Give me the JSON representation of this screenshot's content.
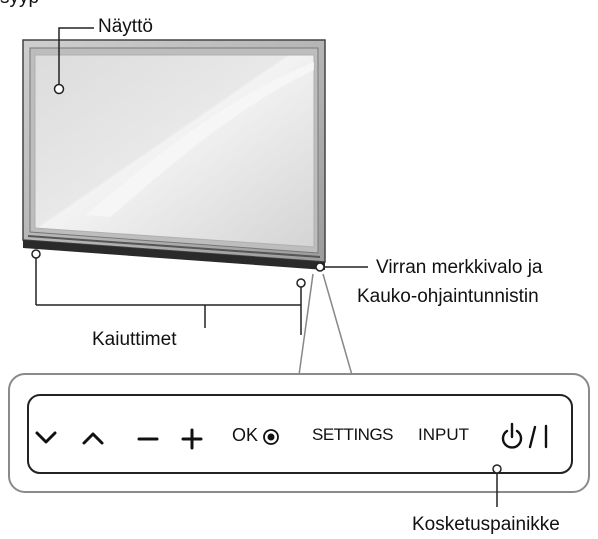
{
  "title_fragment": "syyp",
  "labels": {
    "screen": "Näyttö",
    "speakers": "Kaiuttimet",
    "power_indicator_line1": "Virran merkkivalo ja",
    "power_indicator_line2": "Kauko-ohjaintunnistin",
    "touch_buttons": "Kosketuspainikke"
  },
  "buttons": {
    "ok": "OK",
    "settings": "SETTINGS",
    "input": "INPUT"
  },
  "icons": [
    "chevron-down-icon",
    "chevron-up-icon",
    "minus-icon",
    "plus-icon",
    "ok-dot-icon",
    "power-icon"
  ]
}
